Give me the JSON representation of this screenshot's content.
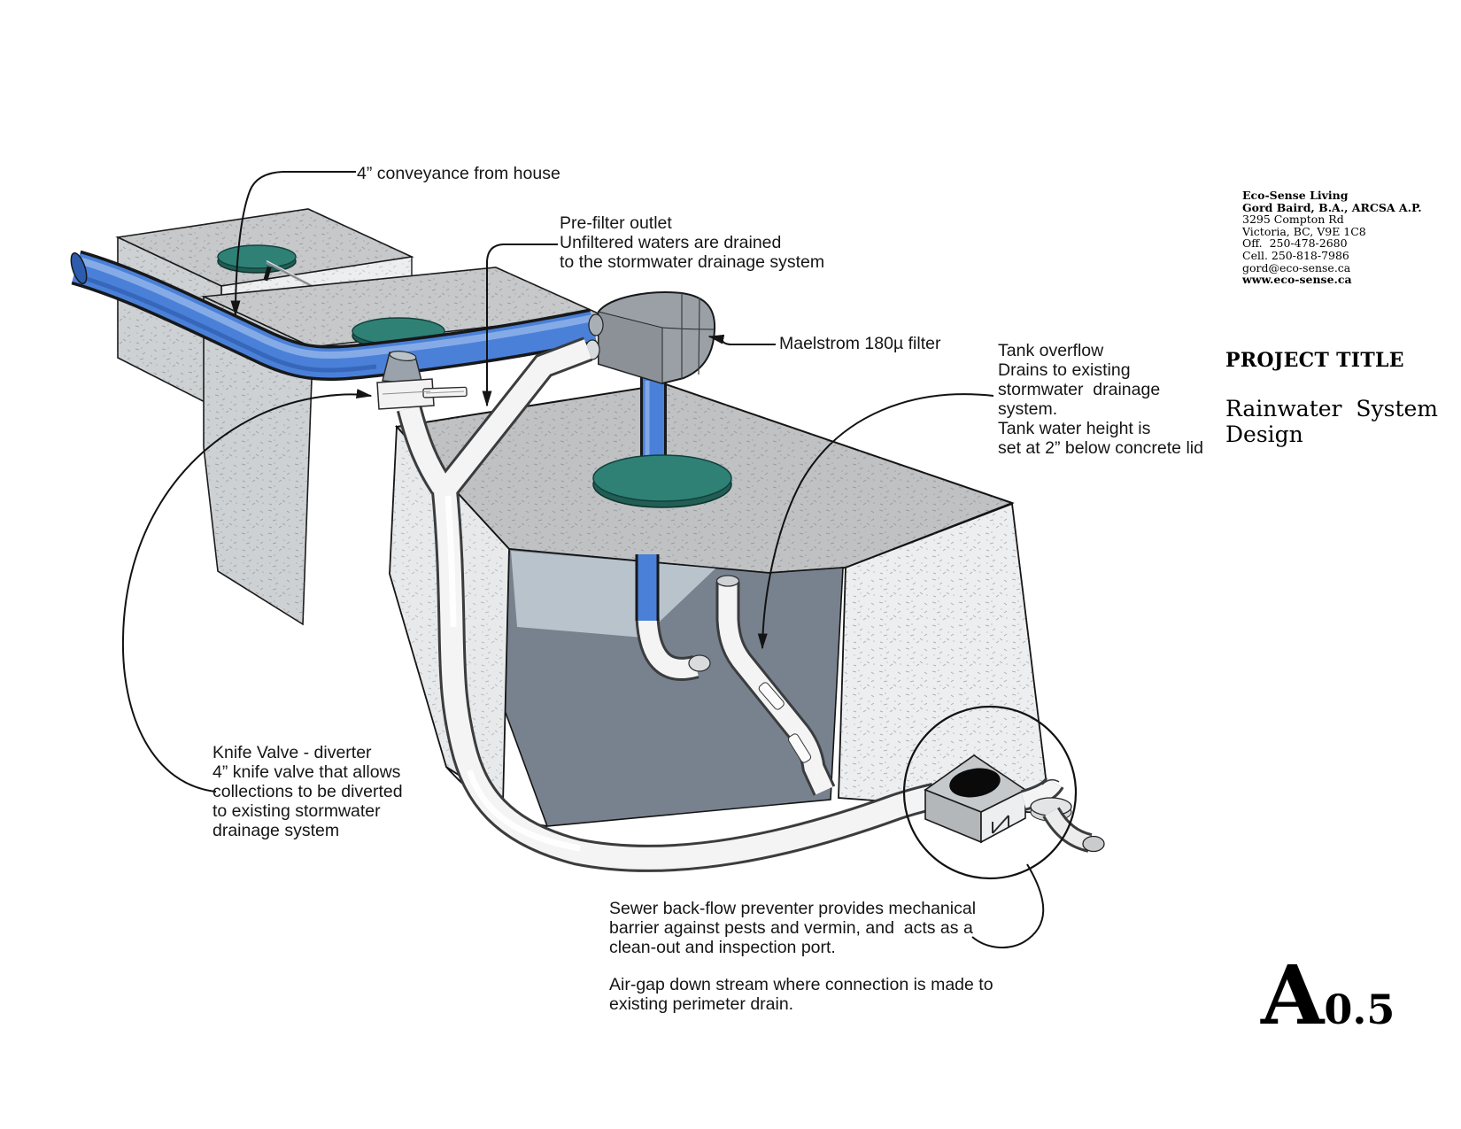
{
  "annotations": {
    "conveyance": "4” conveyance from house",
    "prefilter": "Pre-filter outlet\nUnfiltered waters are drained\nto the stormwater drainage system",
    "maelstrom": "Maelstrom 180µ filter",
    "tank_overflow": "Tank overflow\nDrains to existing\nstormwater  drainage\nsystem.\nTank water height is\nset at 2” below concrete lid",
    "knife_valve": "Knife Valve - diverter\n4” knife valve that allows\ncollections to be diverted\nto existing stormwater\ndrainage system",
    "backflow": "Sewer back-flow preventer provides mechanical\nbarrier against pests and vermin, and  acts as a\nclean-out and inspection port.",
    "airgap": "Air-gap down stream where connection is made to\nexisting perimeter drain."
  },
  "title_block": {
    "company": "Eco-Sense Living",
    "owner": "Gord Baird, B.A., ARCSA A.P.",
    "address1": "3295 Compton Rd",
    "address2": "Victoria, BC, V9E 1C8",
    "office": "Off.  250-478-2680",
    "cell": "Cell. 250-818-7986",
    "email": "gord@eco-sense.ca",
    "website": "www.eco-sense.ca",
    "project_title_label": "PROJECT TITLE",
    "project_name": "Rainwater  System\nDesign",
    "sheet_letter": "A",
    "sheet_number": "0.5"
  },
  "colors": {
    "pipe_blue": "#4a80d8",
    "pipe_blue_dark": "#2d5cae",
    "pipe_blue_light": "#8fb3ea",
    "pipe_white": "#f4f4f4",
    "outline": "#1a1a1a",
    "concrete_top": "#c6c8ca",
    "concrete_cut": "#edeef0",
    "concrete_side": "#ced1d3",
    "tank_top": "#bfc1c3",
    "water": "#78828e",
    "tank_wall": "#b8c3cc",
    "lid_teal": "#2f8176",
    "lid_teal_dark": "#215e55",
    "filter_gray": "#9aa0a5"
  }
}
